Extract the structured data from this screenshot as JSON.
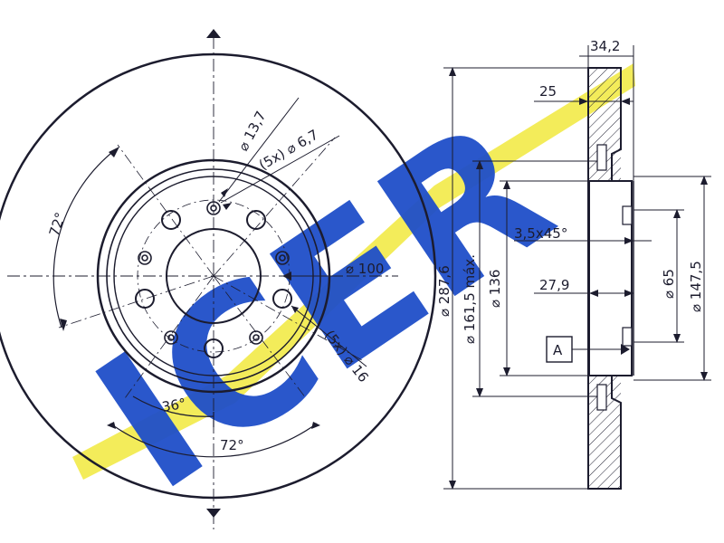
{
  "watermark": {
    "brand_text": "ICER",
    "colors": {
      "blue": "#1f4fc9",
      "yellow": "#f3ec5a"
    }
  },
  "front_view": {
    "angle_top_left": "72°",
    "angle_bottom": "72°",
    "angle_inner": "36°",
    "hole_13_7": "⌀ 13,7",
    "holes_6_7": "(5x) ⌀ 6,7",
    "pcd_100": "⌀ 100",
    "holes_16": "(5x) ⌀ 16"
  },
  "side_view": {
    "thickness_total": "34,2",
    "thickness_hub": "25",
    "chamfer": "3,5x45°",
    "offset": "27,9",
    "outer_diameter": "⌀ 287,6",
    "max_diameter": "⌀ 161,5 máx.",
    "diameter_136": "⌀ 136",
    "diameter_65": "⌀ 65",
    "diameter_147_5": "⌀ 147,5",
    "datum": "A"
  }
}
